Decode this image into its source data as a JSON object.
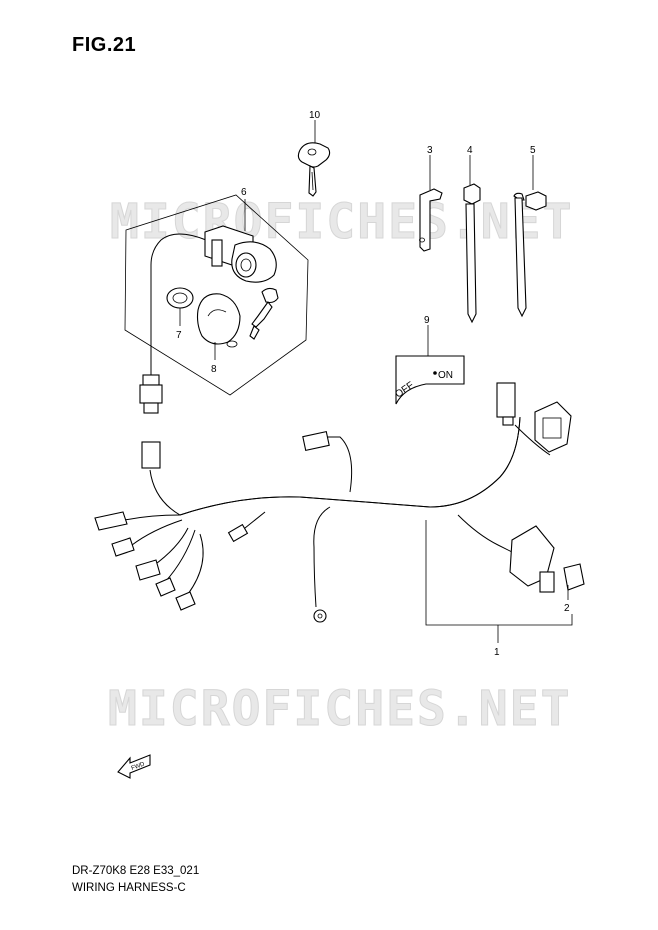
{
  "figure": {
    "title": "FIG.21",
    "model_code": "DR-Z70K8 E28 E33_021",
    "name": "WIRING HARNESS-C",
    "watermark": "MICROFICHES.NET"
  },
  "callouts": {
    "c1": "1",
    "c2": "2",
    "c3": "3",
    "c4": "4",
    "c5": "5",
    "c6": "6",
    "c7": "7",
    "c8": "8",
    "c9": "9",
    "c10": "10"
  },
  "plate": {
    "off": "OFF",
    "on": "ON"
  },
  "fwd_arrow": {
    "label": "FWD"
  }
}
